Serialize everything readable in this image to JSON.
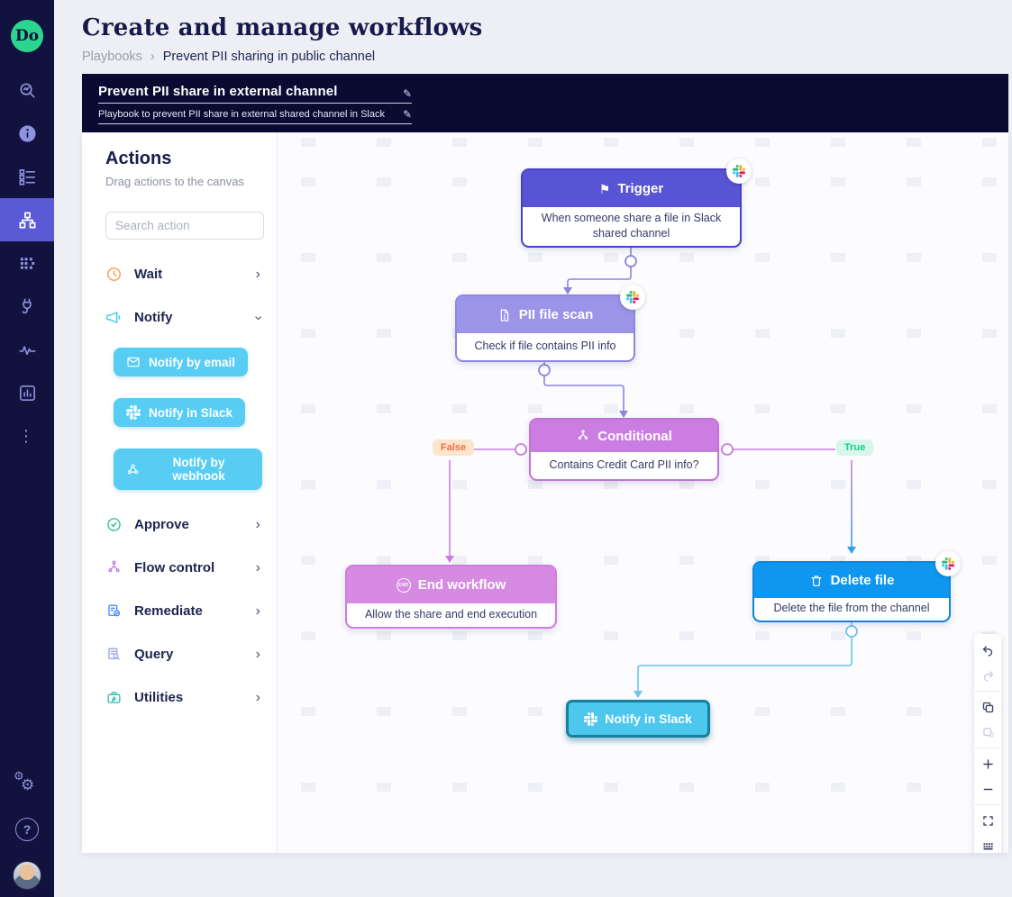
{
  "icons": {
    "edit_glyph": "✎",
    "chevron_glyph": "›",
    "gear_glyph": "⚙",
    "more_glyph": "⋮",
    "help_glyph": "?",
    "flag_glyph": "⚑"
  },
  "sidebar": {
    "logo_text": "Do",
    "items": [
      "search-analytics",
      "info",
      "playbook-list",
      "workflow-builder",
      "integrations",
      "connector",
      "activity",
      "reports",
      "more"
    ],
    "active_item": "workflow-builder"
  },
  "header": {
    "title": "Create and manage workflows",
    "breadcrumb_root": "Playbooks",
    "breadcrumb_separator": "›",
    "breadcrumb_current": "Prevent PII sharing in public channel"
  },
  "banner": {
    "title": "Prevent PII share in external channel",
    "subtitle": "Playbook to prevent PII share in external shared channel in Slack"
  },
  "actions_panel": {
    "title": "Actions",
    "subtitle": "Drag actions to the canvas",
    "search_placeholder": "Search action",
    "categories": [
      {
        "label": "Wait",
        "expanded": false
      },
      {
        "label": "Notify",
        "expanded": true,
        "children": [
          "Notify by email",
          "Notify in Slack",
          "Notify by webhook"
        ]
      },
      {
        "label": "Approve",
        "expanded": false
      },
      {
        "label": "Flow control",
        "expanded": false
      },
      {
        "label": "Remediate",
        "expanded": false
      },
      {
        "label": "Query",
        "expanded": false
      },
      {
        "label": "Utilities",
        "expanded": false
      }
    ]
  },
  "canvas": {
    "nodes": [
      {
        "title": "Trigger",
        "description": "When someone share a file in Slack shared channel",
        "accent": "#5854d4",
        "badge": "slack"
      },
      {
        "title": "PII file scan",
        "description": "Check if file contains PII info",
        "accent": "#9b94e8",
        "badge": "slack"
      },
      {
        "title": "Conditional",
        "description": "Contains Credit Card PII info?",
        "accent": "#cb7de2"
      },
      {
        "title": "End workflow",
        "description": "Allow the share and end execution",
        "accent": "#d78ae2",
        "icon_text": "END"
      },
      {
        "title": "Delete file",
        "description": "Delete the file from the channel",
        "accent": "#0f97f0",
        "badge": "slack"
      },
      {
        "title": "Notify in Slack",
        "accent": "#4cc7ee"
      }
    ],
    "edge_labels": {
      "false_label": "False",
      "true_label": "True"
    }
  },
  "colors": {
    "rail_background": "#12123e",
    "banner_background": "#0a0a33",
    "accent_indigo": "#5854d4",
    "accent_cyan": "#58cdf4",
    "true_green": "#10cf8e",
    "false_orange": "#ef7044",
    "logo_green": "#2bd48f"
  }
}
